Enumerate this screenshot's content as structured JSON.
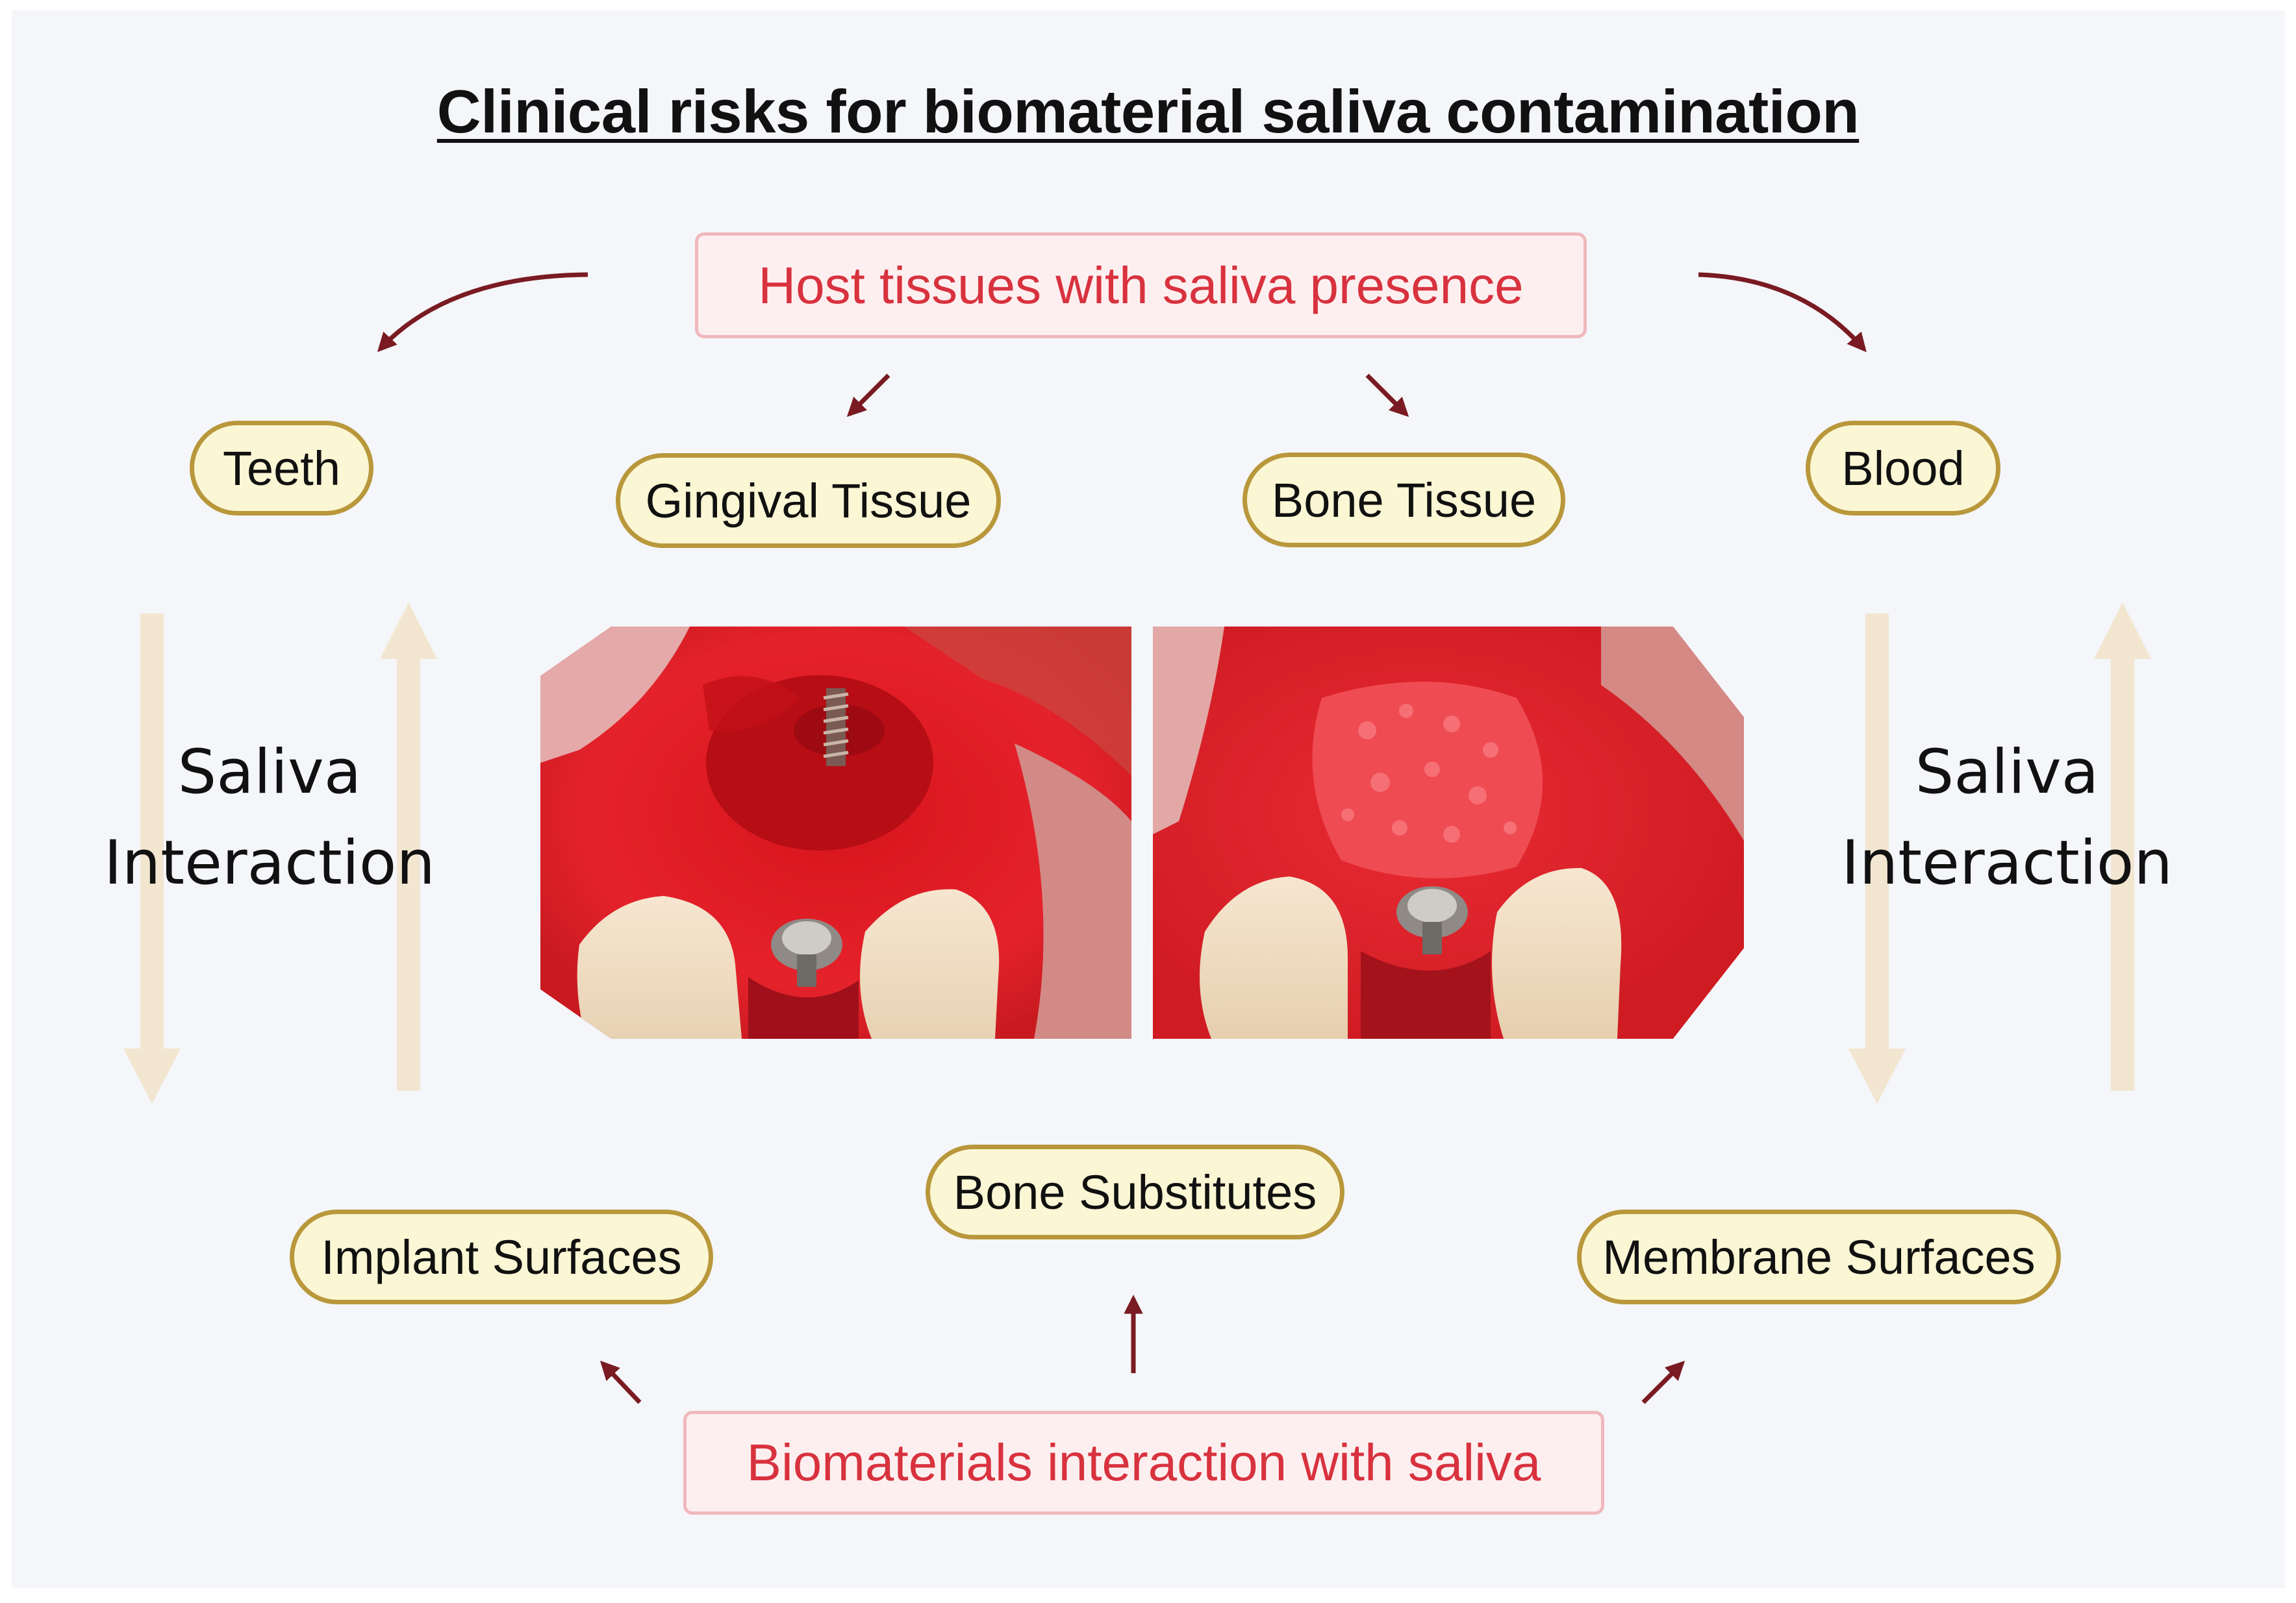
{
  "title": "Clinical risks for biomaterial saliva contamination",
  "top_box": "Host tissues with saliva presence",
  "bottom_box": "Biomaterials interaction with saliva",
  "host_tissues": {
    "teeth": "Teeth",
    "gingival": "Gingival Tissue",
    "bone": "Bone Tissue",
    "blood": "Blood"
  },
  "biomaterials": {
    "implant": "Implant Surfaces",
    "bone_substitutes": "Bone Substitutes",
    "membrane": "Membrane Surfaces"
  },
  "saliva_left": {
    "line1": "Saliva",
    "line2": "Interaction"
  },
  "saliva_right": {
    "line1": "Saliva",
    "line2": "Interaction"
  },
  "colors": {
    "red_text": "#d8323e",
    "pill_border": "#b9973b",
    "pill_fill": "#fbf6d4",
    "arrow": "#7a1a22",
    "saliva_arrow": "#f2e6d0"
  },
  "icons": {
    "photo_left": "surgical-site-implant-photo",
    "photo_right": "surgical-site-bone-graft-photo"
  }
}
